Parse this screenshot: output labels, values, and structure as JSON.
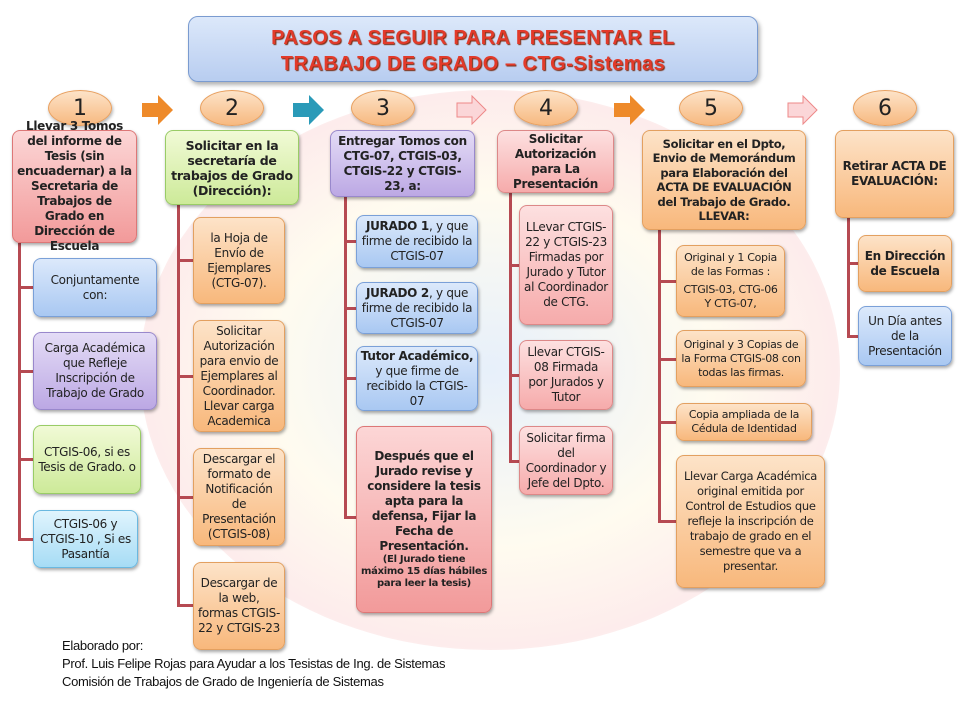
{
  "title": {
    "line1": "PASOS A SEGUIR PARA PRESENTAR EL",
    "line2": "TRABAJO DE GRADO – CTG-Sistemas"
  },
  "steps": [
    {
      "number": "1",
      "header": "Llevar 3 Tomos del informe de Tesis (sin encuadernar) a la Secretaria de Trabajos de Grado en Dirección de Escuela",
      "items": [
        "Conjuntamente con:",
        "Carga Académica que Refleje Inscripción de Trabajo de Grado",
        "CTGIS-06, si es Tesis de Grado. o",
        "CTGIS-06 y CTGIS-10 , Si es Pasantía"
      ]
    },
    {
      "number": "2",
      "header": "Solicitar en la secretaría de trabajos de Grado (Dirección):",
      "items": [
        "la Hoja de Envío de Ejemplares (CTG-07).",
        "Solicitar Autorización para envio de Ejemplares al Coordinador. Llevar carga Academica",
        "Descargar el formato de Notificación de Presentación (CTGIS-08)",
        "Descargar de la web, formas CTGIS-22 y CTGIS-23"
      ]
    },
    {
      "number": "3",
      "header": "Entregar Tomos con CTG-07, CTGIS-03, CTGIS-22 y CTGIS-23,   a:",
      "items": [
        {
          "bold": "JURADO 1",
          "rest": ", y que firme de recibido la    CTGIS-07"
        },
        {
          "bold": "JURADO 2",
          "rest": ", y que firme de recibido la    CTGIS-07"
        },
        {
          "bold": "Tutor Académico,",
          "rest": " y que firme de recibido la CTGIS-07"
        },
        {
          "bold": "Después que el Jurado revise y considere la tesis apta para la defensa, Fijar la Fecha de Presentación.",
          "rest": "(El Jurado tiene máximo 15 días hábiles para leer la tesis)"
        }
      ]
    },
    {
      "number": "4",
      "header": "Solicitar Autorización para La Presentación",
      "items": [
        "LLevar CTGIS-22 y CTGIS-23 Firmadas por Jurado y Tutor al Coordinador de CTG.",
        "Llevar CTGIS-08 Firmada por Jurados y Tutor",
        "Solicitar firma del Coordinador y Jefe del Dpto."
      ]
    },
    {
      "number": "5",
      "header": "Solicitar en el Dpto, Envio de Memorándum para  Elaboración del ACTA DE EVALUACIÓN del Trabajo de Grado. LLEVAR:",
      "items": [
        "Original y 1 Copia de las Formas :",
        "CTGIS-03, CTG-06 Y CTG-07,",
        "Original y 3 Copias de la Forma CTGIS-08 con todas las firmas.",
        "Copia ampliada de la Cédula de Identidad",
        "Llevar Carga Académica original emitida por Control de Estudios que refleje la inscripción de trabajo de grado en el semestre que va a presentar."
      ]
    },
    {
      "number": "6",
      "header": "Retirar ACTA DE EVALUACIÓN:",
      "items": [
        "En Dirección de Escuela",
        "Un Día antes de la Presentación"
      ]
    }
  ],
  "arrow_colors": [
    "#ee8a2a",
    "#2a9ab8",
    "#f6b4b8",
    "#ee8a2a",
    "#f6b4b8"
  ],
  "footer": {
    "line1": "Elaborado por:",
    "line2": "Prof. Luis Felipe Rojas para Ayudar a los Tesistas de Ing. de Sistemas",
    "line3": "Comisión de Trabajos de Grado de Ingeniería de Sistemas"
  }
}
